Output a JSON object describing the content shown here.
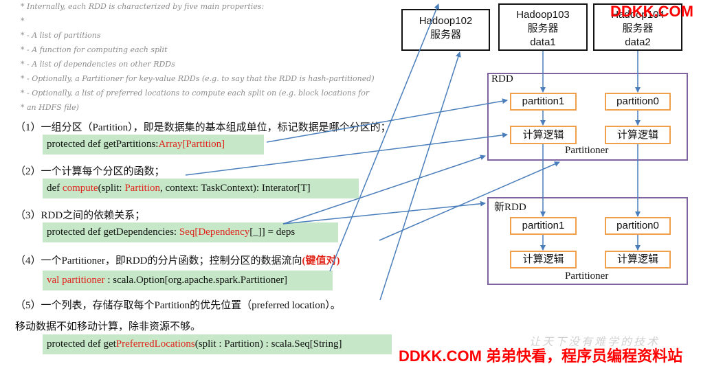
{
  "comments": [
    "* Internally, each RDD is characterized by five main properties:",
    "*",
    "*  - A list of partitions",
    "*  - A function for computing each split",
    "*  - A list of dependencies on other RDDs",
    "*  - Optionally, a Partitioner for key-value RDDs (e.g. to say that the RDD is hash-partitioned)",
    "*  - Optionally, a list of preferred locations to compute each split on (e.g. block locations for",
    "*    an HDFS file)"
  ],
  "items": {
    "p1": "（1）一组分区（Partition），即是数据集的基本组成单位，标记数据是哪个分区的；",
    "p2": "（2）一个计算每个分区的函数；",
    "p3": "（3）RDD之间的依赖关系；",
    "p4_a": "（4）一个Partitioner，即RDD的分片函数；控制分区的数据流向",
    "p4_b": "(键值对)",
    "p5": "（5）一个列表，存储存取每个Partition的优先位置（preferred location）。",
    "note": "移动数据不如移动计算，除非资源不够。"
  },
  "code": {
    "c1_a": "protected def getPartitions:",
    "c1_b": "Array[Partition]",
    "c2_a": "def ",
    "c2_b": "compute",
    "c2_c": "(split: ",
    "c2_d": "Partition",
    "c2_e": ", context: TaskContext): Interator[T]",
    "c3_a": "protected def getDependencies: ",
    "c3_b": "Seq[Dependency",
    "c3_c": "[_]] = deps",
    "c4_a": "val partitioner",
    "c4_b": " : scala.Option[org.apache.spark.Partitioner]",
    "c5_a": "protected def get",
    "c5_b": "PreferredLocations",
    "c5_c": "(split : Partition) : scala.Seq[String]"
  },
  "servers": [
    {
      "line1": "Hadoop102",
      "line2": "服务器",
      "line3": ""
    },
    {
      "line1": "Hadoop103",
      "line2": "服务器",
      "line3": "data1"
    },
    {
      "line1": "Hadoop104",
      "line2": "服务器",
      "line3": "data2"
    }
  ],
  "rdd1": {
    "label": "RDD",
    "partitioner": "Partitioner",
    "p_left": "partition1",
    "p_right": "partition0",
    "compute": "计算逻辑"
  },
  "rdd2": {
    "label": "新RDD",
    "partitioner": "Partitioner",
    "p_left": "partition1",
    "p_right": "partition0",
    "compute": "计算逻辑"
  },
  "watermarks": {
    "top": "DDKK.COM",
    "bottom": "DDKK.COM 弟弟快看，程序员编程资料站",
    "faint": "让天下没有难学的技术"
  },
  "colors": {
    "code_bg": "#c6e8c8",
    "accent_red": "#e0251b",
    "arrow_blue": "#4a7ebb",
    "rdd_border": "#7f63a1",
    "partition_border": "#f0a04b"
  }
}
